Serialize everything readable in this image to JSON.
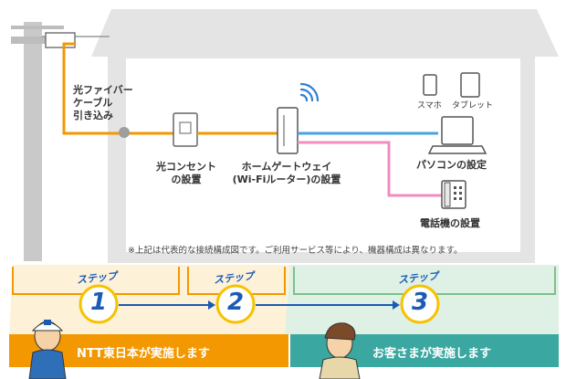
{
  "labels": {
    "fiber_cable": [
      "光ファイバー",
      "ケーブル",
      "引き込み"
    ],
    "optical_outlet": [
      "光コンセント",
      "の設置"
    ],
    "home_gateway": [
      "ホームゲートウェイ",
      "(Wi-Fiルーター)の設置"
    ],
    "smartphone": "スマホ",
    "tablet": "タブレット",
    "pc": "パソコンの設定",
    "phone": "電話機の設置"
  },
  "note": "※上記は代表的な接続構成図です。ご利用サービス等により、機器構成は異なります。",
  "steps": [
    {
      "tag": "ステップ",
      "number": "1"
    },
    {
      "tag": "ステップ",
      "number": "2"
    },
    {
      "tag": "ステップ",
      "number": "3"
    }
  ],
  "bands": {
    "ntt": "NTT東日本が実施します",
    "customer": "お客さまが実施します"
  },
  "colors": {
    "fiber": "#f39800",
    "lan": "#4aa3df",
    "phone_line": "#f08cc0",
    "step_blue": "#1a5bb5",
    "ntt_band": "#f39800",
    "customer_band": "#3aa7a0"
  }
}
